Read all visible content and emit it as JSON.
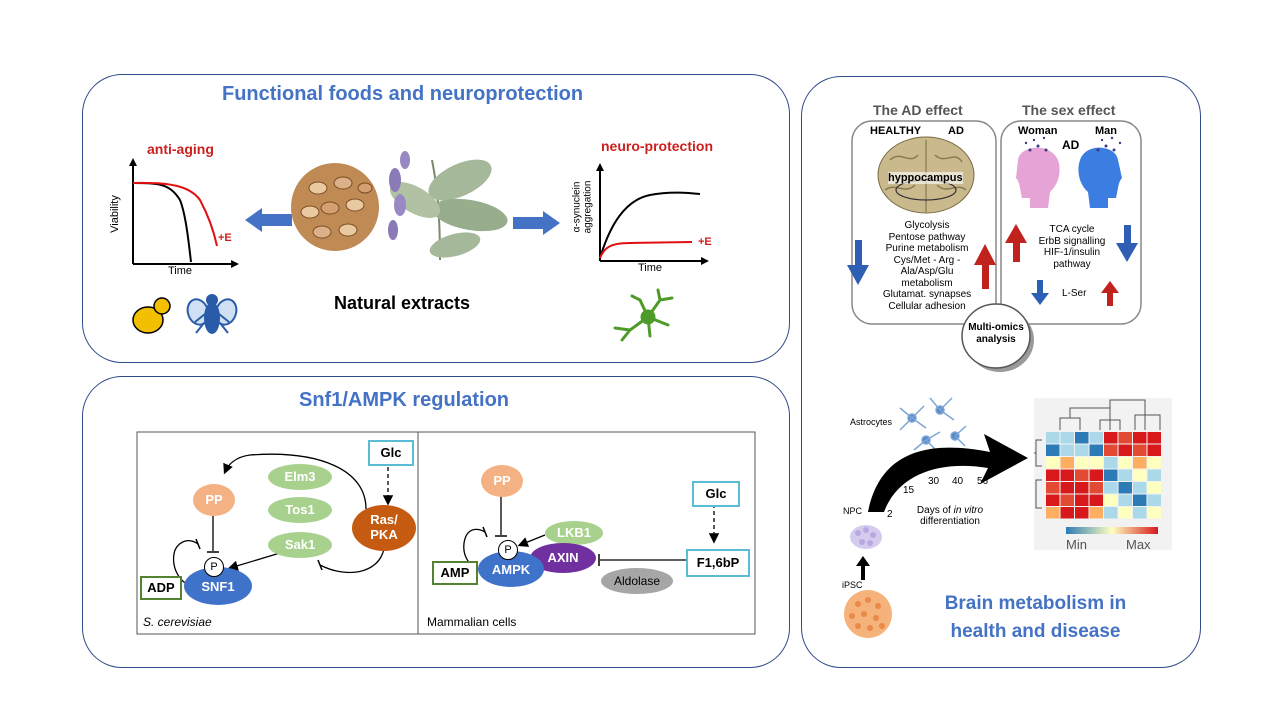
{
  "colors": {
    "panel_border": "#2f4a8a",
    "title": "#4472c4",
    "red": "#cc1f1f",
    "arrow_blue": "#4472c4",
    "snf1": "#3f72c9",
    "pp": "#f4b183",
    "ellipse_green": "#a9d18e",
    "raspka": "#c55a11",
    "axin": "#7030a0",
    "aldolase": "#a6a6a6",
    "box_green": "#548235",
    "box_cyan": "#5bbcd6"
  },
  "functional": {
    "title": "Functional foods and neuroprotection",
    "anti_aging": "anti-aging",
    "neuro_protection": "neuro-protection",
    "viability": "Viability",
    "time": "Time",
    "plus_e": "+E",
    "asyn_line1": "α-synuclein",
    "asyn_line2": "aggregation",
    "natural_extracts": "Natural extracts",
    "icons": [
      "bean-icon",
      "sage-plant-icon",
      "yeast-icon",
      "fly-icon",
      "neuron-icon"
    ]
  },
  "snf1": {
    "title": "Snf1/AMPK regulation",
    "yeast": {
      "glc": "Glc",
      "pp": "PP",
      "elm3": "Elm3",
      "tos1": "Tos1",
      "sak1": "Sak1",
      "ras_line1": "Ras/",
      "ras_line2": "PKA",
      "p": "P",
      "snf1": "SNF1",
      "adp": "ADP",
      "caption": "S. cerevisiae"
    },
    "mammal": {
      "pp": "PP",
      "lkb1": "LKB1",
      "p": "P",
      "ampk": "AMPK",
      "axin": "AXIN",
      "amp": "AMP",
      "glc": "Glc",
      "f16bp": "F1,6bP",
      "aldolase": "Aldolase",
      "caption": "Mammalian cells"
    }
  },
  "brain": {
    "ad_effect": "The AD effect",
    "sex_effect": "The sex effect",
    "healthy": "HEALTHY",
    "ad": "AD",
    "woman": "Woman",
    "man": "Man",
    "ad_center": "AD",
    "hippocampus": "hyppocampus",
    "pathways_left": [
      "Glycolysis",
      "Pentose pathway",
      "Purine metabolism",
      "Cys/Met - Arg -",
      "Ala/Asp/Glu",
      "metabolism",
      "Glutamat. synapses",
      "Cellular adhesion"
    ],
    "pathways_right": [
      "TCA cycle",
      "ErbB signalling",
      "HIF-1/insulin",
      "pathway"
    ],
    "lser": "L-Ser",
    "multiomics_line1": "Multi-omics",
    "multiomics_line2": "analysis",
    "astrocytes": "Astrocytes",
    "npc": "NPC",
    "ipsc": "iPSC",
    "days": [
      "2",
      "15",
      "30",
      "40",
      "56"
    ],
    "days_line1_a": "Days of ",
    "days_line1_b": "in vitro",
    "days_line2": "differentiation",
    "min": "Min",
    "max": "Max",
    "title_line1": "Brain metabolism in",
    "title_line2": "health and disease"
  }
}
